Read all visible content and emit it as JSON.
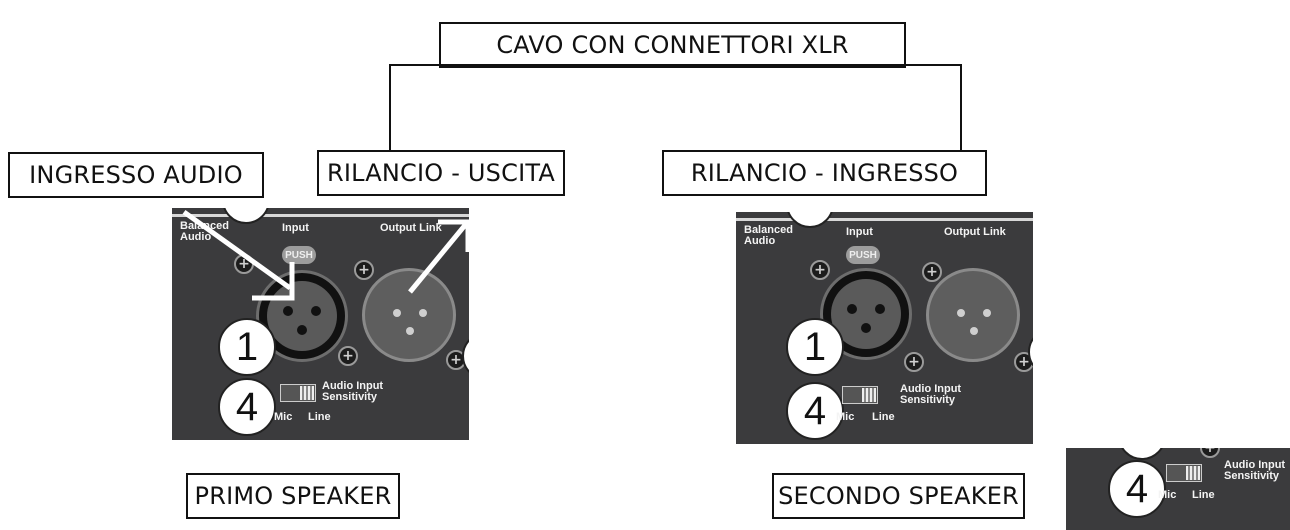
{
  "labels": {
    "cable": "CAVO CON CONNETTORI XLR",
    "audio_input": "INGRESSO AUDIO",
    "link_out": "RILANCIO - USCITA",
    "link_in": "RILANCIO - INGRESSO",
    "first_speaker": "PRIMO SPEAKER",
    "second_speaker": "SECONDO SPEAKER"
  },
  "panel_text": {
    "balanced": "Balanced",
    "audio": "Audio",
    "input": "Input",
    "output_link": "Output Link",
    "push": "PUSH",
    "sens1": "Audio Input",
    "sens2": "Sensitivity",
    "mic": "Mic",
    "line": "Line",
    "num1": "1",
    "num4": "4"
  }
}
